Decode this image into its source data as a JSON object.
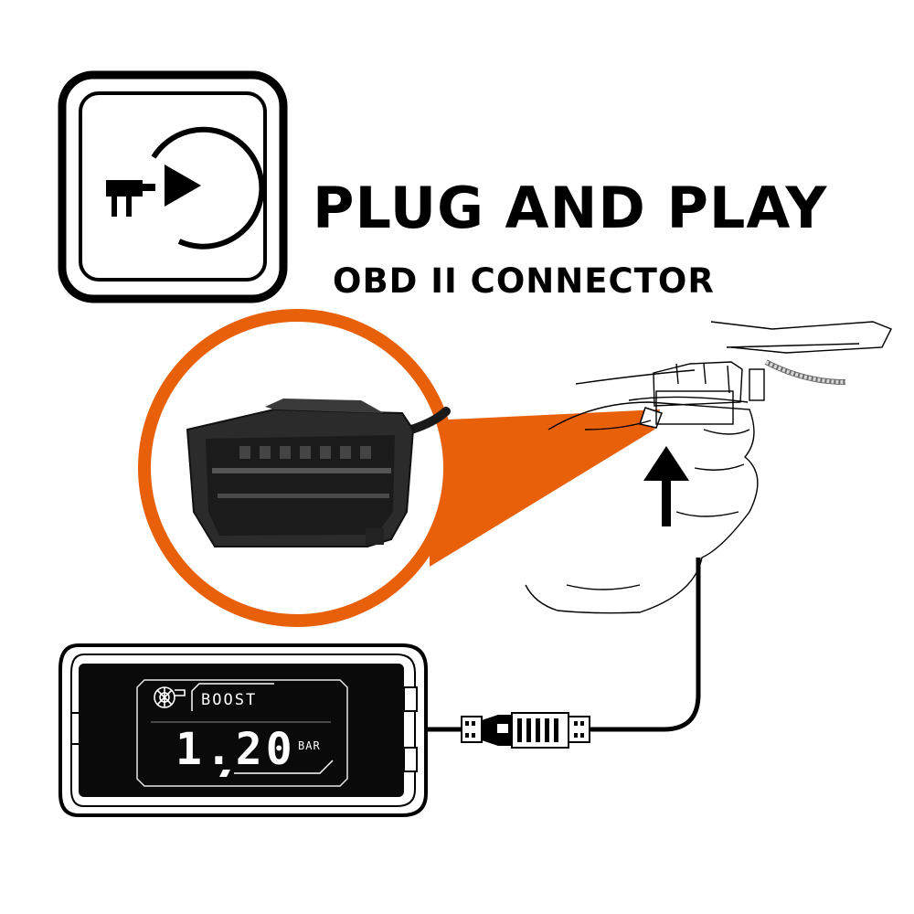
{
  "headline": "PLUG AND PLAY",
  "subheadline": "OBD II CONNECTOR",
  "gauge": {
    "label": "BOOST",
    "value": "1.20",
    "unit": "BAR"
  },
  "colors": {
    "accent": "#e8600a",
    "ink": "#000000",
    "screen": "#0a0a0a",
    "connector": "#2b2b2b"
  },
  "icons": [
    "plug-play-icon",
    "turbo-icon",
    "up-arrow-icon"
  ]
}
